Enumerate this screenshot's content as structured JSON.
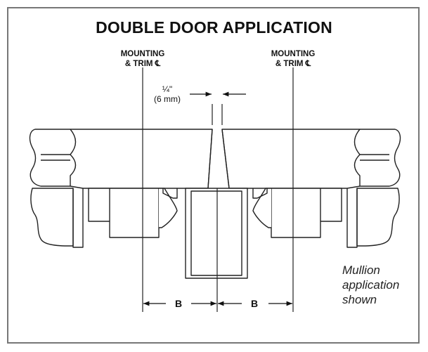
{
  "title": "DOUBLE DOOR APPLICATION",
  "labels": {
    "left_centerline": "MOUNTING",
    "left_centerline_2": "& TRIM ℄",
    "right_centerline": "MOUNTING",
    "right_centerline_2": "& TRIM ℄",
    "gap_fraction": "¼\"",
    "gap_metric": "(6 mm)",
    "dim_left": "B",
    "dim_right": "B"
  },
  "note": {
    "line1": "Mullion",
    "line2": "application",
    "line3": "shown"
  }
}
